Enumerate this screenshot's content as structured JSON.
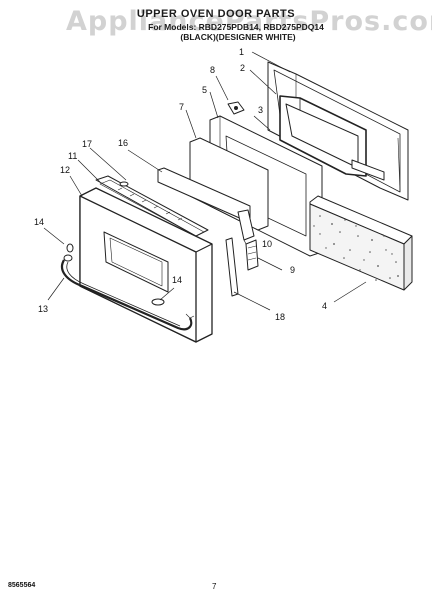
{
  "header": {
    "watermark": "AppliancePartsPros.com",
    "title": "UPPER OVEN DOOR PARTS",
    "subtitle": "For Models: RBD275PDB14, RBD275PDQ14",
    "subtitle2": "(BLACK)(DESIGNER WHITE)"
  },
  "callouts": {
    "c1": "1",
    "c2": "2",
    "c3": "3",
    "c4": "4",
    "c5": "5",
    "c7": "7",
    "c8": "8",
    "c9": "9",
    "c10": "10",
    "c11": "11",
    "c12": "12",
    "c13": "13",
    "c14a": "14",
    "c14b": "14",
    "c16": "16",
    "c17": "17",
    "c18": "18"
  },
  "footer": {
    "code": "8565564",
    "page_number": "7"
  }
}
